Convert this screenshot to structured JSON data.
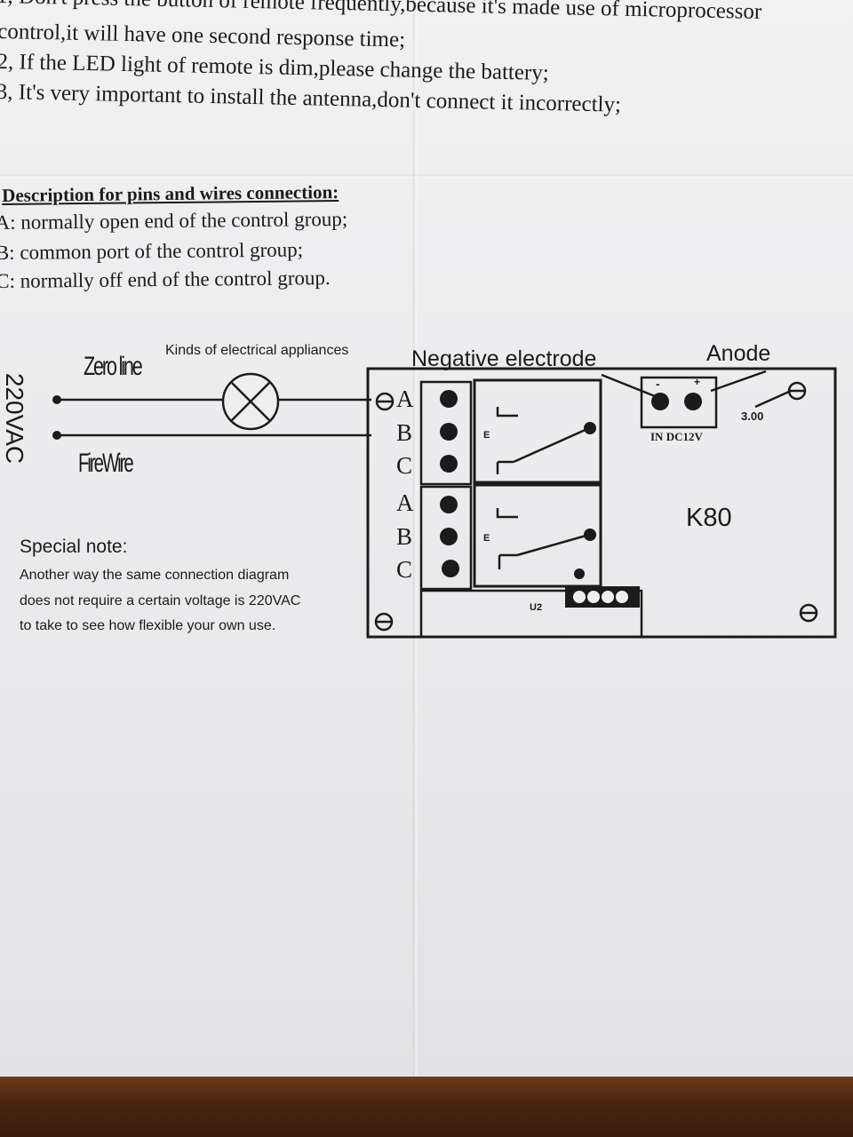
{
  "instructions": {
    "line0": "1, Don't press the button of remote frequently,because it's made use of microprocessor",
    "line1": "control,it will have one second response time;",
    "line2": "2, If the LED light of remote is dim,please change the battery;",
    "line3": "3, It's very important to install the antenna,don't connect it incorrectly;"
  },
  "pins": {
    "heading": "Description for pins and wires connection:",
    "a": "A: normally open end of the control group;",
    "b": "B: common port of the control group;",
    "c": "C: normally off end of the control group."
  },
  "diagram": {
    "voltage": "220VAC",
    "zero_line": "Zero line",
    "fire_wire": "FireWire",
    "appliances": "Kinds of electrical appliances",
    "negative": "Negative electrode",
    "anode": "Anode",
    "model": "K80",
    "power_in": "IN DC12V",
    "size_mark": "3.00",
    "chip": "U2",
    "relay_mark_1": "E",
    "relay_mark_2": "E",
    "minus": "-",
    "plus": "+",
    "pin_labels": [
      "A",
      "B",
      "C",
      "A",
      "B",
      "C"
    ]
  },
  "special_note": {
    "title": "Special note:",
    "line1": "Another way the same connection diagram",
    "line2": "does not require a certain voltage is 220VAC",
    "line3": "to take to see how flexible your own use."
  },
  "colors": {
    "ink": "#1b1b1b",
    "paper": "#eeeeef",
    "table": "#4a2510"
  }
}
